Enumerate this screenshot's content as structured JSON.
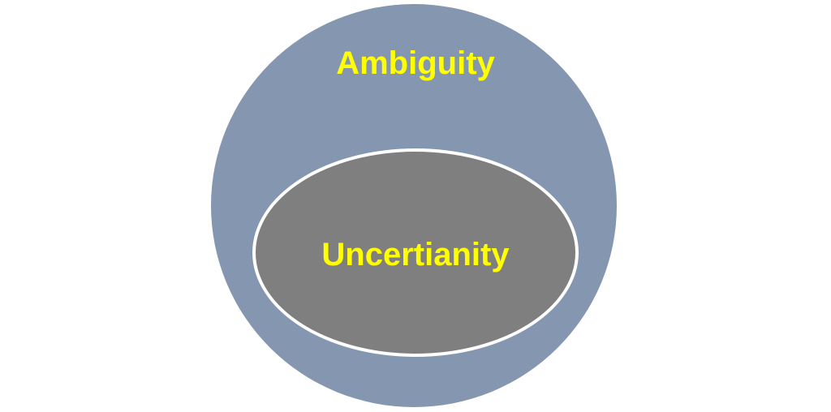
{
  "diagram": {
    "type": "venn-nested",
    "background_color": "#FFFFFF",
    "outer_circle": {
      "label": "Ambiguity",
      "fill_color": "#8496B0",
      "label_color": "#FFFF00"
    },
    "inner_ellipse": {
      "label": "Uncertianity",
      "fill_color": "#7F7F7F",
      "border_color": "#FFFFFF",
      "label_color": "#FFFF00"
    }
  }
}
